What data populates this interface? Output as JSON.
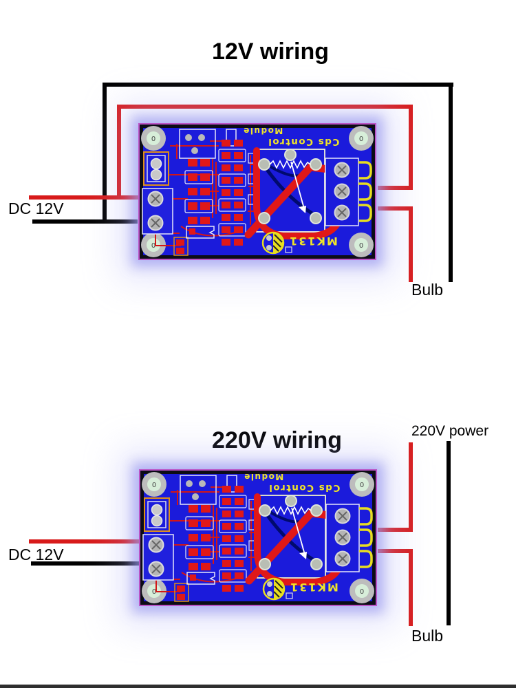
{
  "page": {
    "background": "#ffffff",
    "footer_bar_color": "#2e2e2e"
  },
  "colors": {
    "wire_red": "#d81a1a",
    "wire_black": "#000000",
    "board_blue": "#1b1bdb",
    "board_frame": "#0c0c16",
    "board_edge_magenta": "#bb54c6",
    "trace_red": "#d31616",
    "pad_red": "#e01818",
    "silk_yellow": "#f0e428",
    "clip_yellow": "#e8de20",
    "glow": "#aaaaf0"
  },
  "sections": {
    "top": {
      "title": "12V wiring",
      "dc_label": "DC 12V",
      "bulb_label": "Bulb"
    },
    "bottom": {
      "title": "220V wiring",
      "power_label": "220V power",
      "dc_label": "DC 12V",
      "bulb_label": "Bulb"
    }
  },
  "pcb": {
    "silk_line1": "Cds Control",
    "silk_line2": "Module",
    "model": "MK131",
    "hole_label": "0"
  }
}
